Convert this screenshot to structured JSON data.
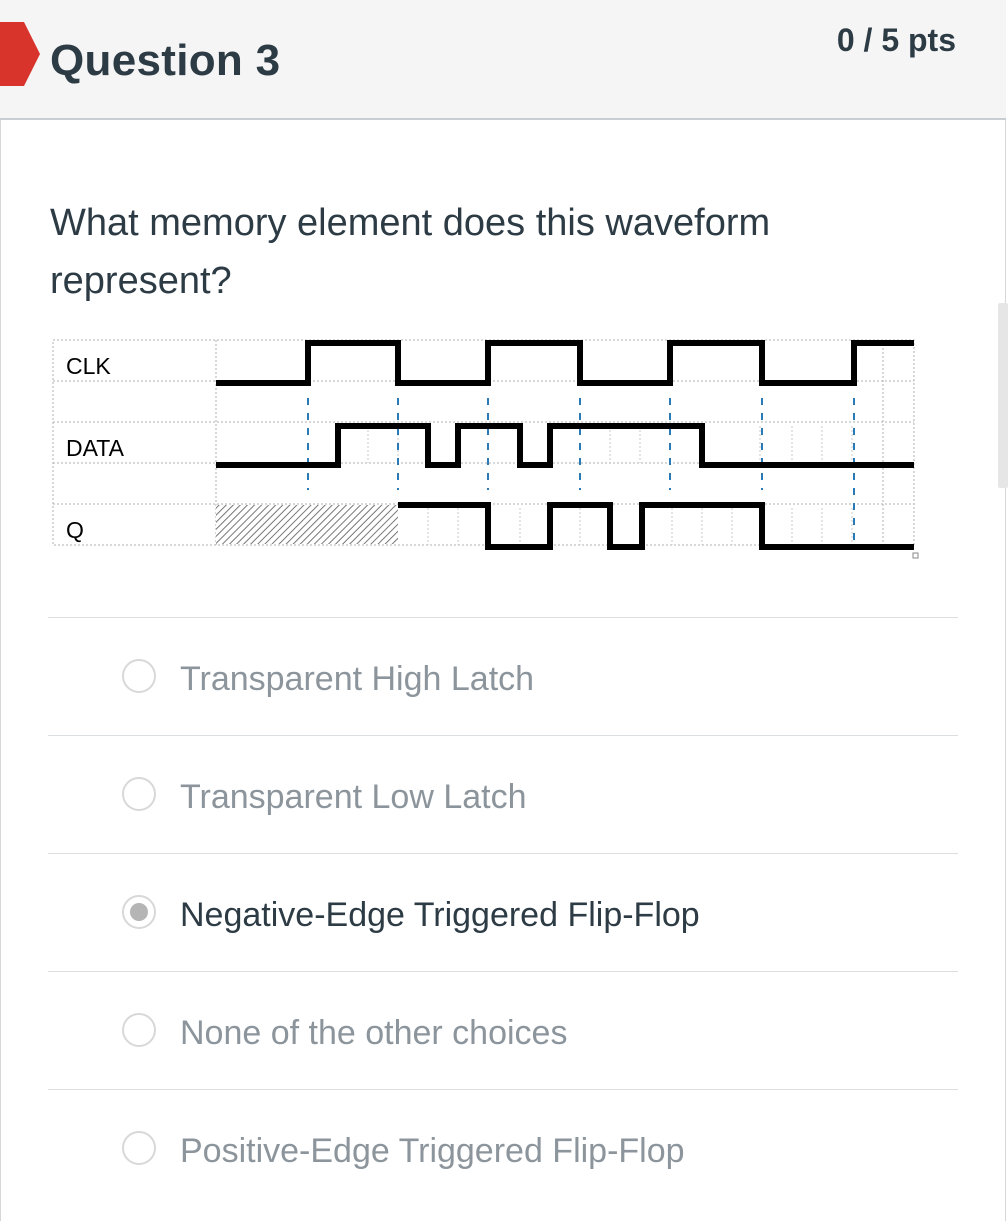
{
  "question": {
    "title": "Question 3",
    "points": "0 / 5 pts",
    "text": "What memory element does this waveform represent?"
  },
  "waveform": {
    "signals": [
      {
        "name": "CLK"
      },
      {
        "name": "DATA"
      },
      {
        "name": "Q"
      }
    ]
  },
  "answers": [
    {
      "label": "Transparent High Latch",
      "selected": false
    },
    {
      "label": "Transparent Low Latch",
      "selected": false
    },
    {
      "label": "Negative-Edge Triggered Flip-Flop",
      "selected": true
    },
    {
      "label": "None of the other choices",
      "selected": false
    },
    {
      "label": "Positive-Edge Triggered Flip-Flop",
      "selected": false
    }
  ],
  "colors": {
    "flag": "#d9342b",
    "text": "#2d3b45",
    "muted": "#8c959c",
    "guide": "#2a7ab8"
  },
  "icons": {
    "flag": "question-flag-icon",
    "radio": "radio-button-icon"
  }
}
